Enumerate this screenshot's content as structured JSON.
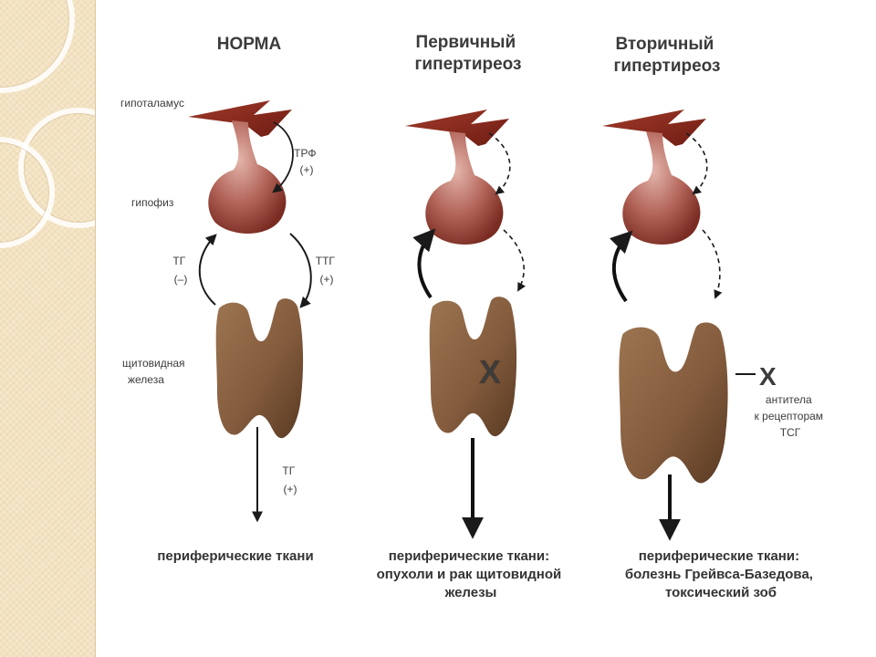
{
  "columns": [
    {
      "title": [
        "НОРМА"
      ],
      "labels": {
        "hypothalamus": "гипоталамус",
        "pituitary": "гипофиз",
        "thyroid": [
          "щитовидная",
          "железа"
        ],
        "trf": [
          "ТРФ",
          "(+)"
        ],
        "tg_left": [
          "ТГ",
          "(–)"
        ],
        "ttg": [
          "ТТГ",
          "(+)"
        ],
        "tg_bottom": [
          "ТГ",
          "(+)"
        ]
      },
      "bottom": [
        "периферические ткани"
      ]
    },
    {
      "title": [
        "Первичный",
        "гипертиреоз"
      ],
      "mark": "X",
      "bottom": [
        "периферические ткани:",
        "опухоли и рак щитовидной",
        "железы"
      ]
    },
    {
      "title": [
        "Вторичный",
        "гипертиреоз"
      ],
      "mark": "X",
      "side_label": [
        "антитела",
        "к рецепторам",
        "ТСГ"
      ],
      "bottom": [
        "периферические ткани:",
        "болезнь Грейвса-Базедова,",
        "токсический зоб"
      ]
    }
  ],
  "colors": {
    "organ_red": "#8f2b1f",
    "organ_pink": "#b3655a",
    "thyroid_brown": "#8a6040",
    "arrow": "#1a1a1a",
    "strip": "#f3e3c2"
  }
}
